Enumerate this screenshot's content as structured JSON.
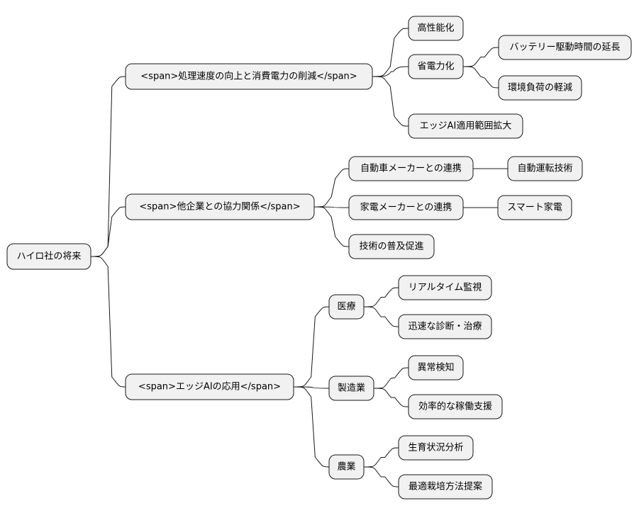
{
  "root": {
    "label": "ハイロ社の将来"
  },
  "branches": [
    {
      "label": "<span>処理速度の向上と消費電力の削減</span>",
      "children": [
        {
          "label": "高性能化"
        },
        {
          "label": "省電力化",
          "children": [
            {
              "label": "バッテリー駆動時間の延長"
            },
            {
              "label": "環境負荷の軽減"
            }
          ]
        },
        {
          "label": "エッジAI適用範囲拡大"
        }
      ]
    },
    {
      "label": "<span>他企業との協力関係</span>",
      "children": [
        {
          "label": "自動車メーカーとの連携",
          "children": [
            {
              "label": "自動運転技術"
            }
          ]
        },
        {
          "label": "家電メーカーとの連携",
          "children": [
            {
              "label": "スマート家電"
            }
          ]
        },
        {
          "label": "技術の普及促進"
        }
      ]
    },
    {
      "label": "<span>エッジAIの応用</span>",
      "children": [
        {
          "label": "医療",
          "children": [
            {
              "label": "リアルタイム監視"
            },
            {
              "label": "迅速な診断・治療"
            }
          ]
        },
        {
          "label": "製造業",
          "children": [
            {
              "label": "異常検知"
            },
            {
              "label": "効率的な稼働支援"
            }
          ]
        },
        {
          "label": "農業",
          "children": [
            {
              "label": "生育状況分析"
            },
            {
              "label": "最適栽培方法提案"
            }
          ]
        }
      ]
    }
  ],
  "colors": {
    "node_fill": "#f1f1f1",
    "stroke": "#181818",
    "text": "#000000"
  }
}
